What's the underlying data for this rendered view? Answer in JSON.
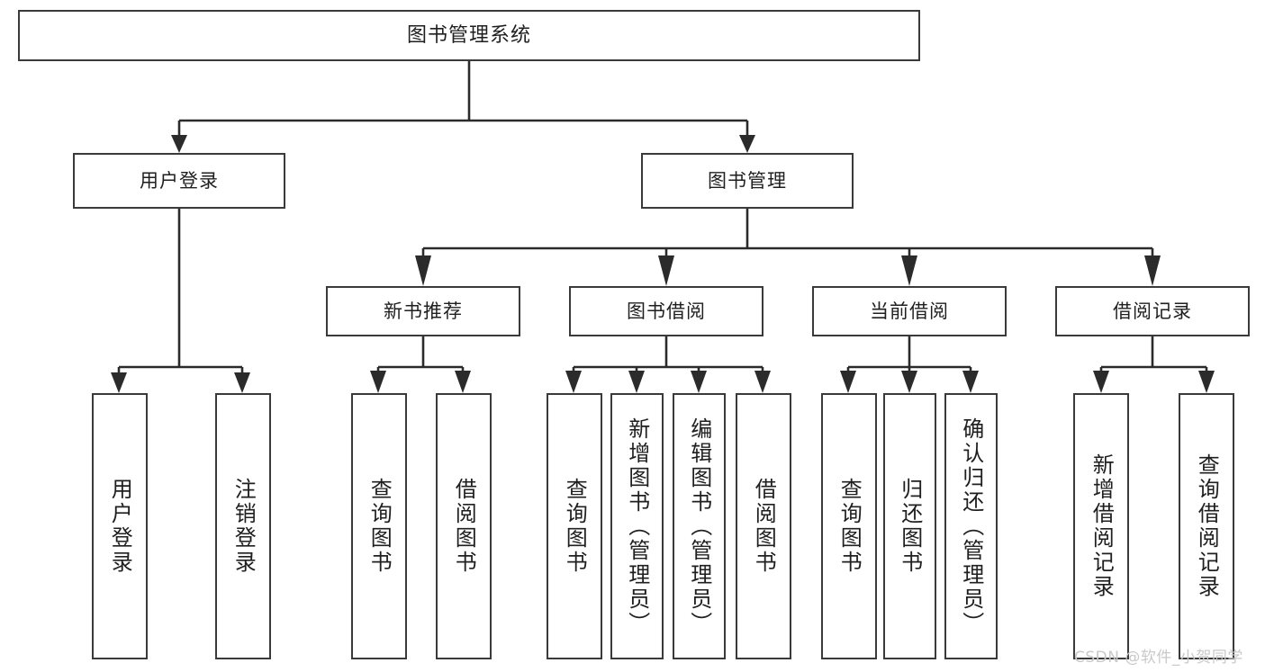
{
  "diagram": {
    "title": "图书管理系统",
    "type": "tree-structure-chart",
    "watermark": "CSDN @软件_小贺同学",
    "colors": {
      "box_border": "#3a3a3a",
      "box_fill": "#ffffff",
      "connector": "#2b2b2b",
      "text": "#1f1f1f",
      "watermark": "#c9c9c9",
      "background": "#ffffff"
    },
    "root": {
      "label": "图书管理系统"
    },
    "level2": [
      {
        "label": "用户登录"
      },
      {
        "label": "图书管理"
      }
    ],
    "level3": [
      {
        "label": "新书推荐"
      },
      {
        "label": "图书借阅"
      },
      {
        "label": "当前借阅"
      },
      {
        "label": "借阅记录"
      }
    ],
    "leaves": {
      "user_login": [
        {
          "label": "用户登录"
        },
        {
          "label": "注销登录"
        }
      ],
      "new_book_recommend": [
        {
          "label": "查询图书"
        },
        {
          "label": "借阅图书"
        }
      ],
      "book_borrow": [
        {
          "label": "查询图书"
        },
        {
          "label": "新增图书（管理员）"
        },
        {
          "label": "编辑图书（管理员）"
        },
        {
          "label": "借阅图书"
        }
      ],
      "current_borrow": [
        {
          "label": "查询图书"
        },
        {
          "label": "归还图书"
        },
        {
          "label": "确认归还（管理员）"
        }
      ],
      "borrow_record": [
        {
          "label": "新增借阅记录"
        },
        {
          "label": "查询借阅记录"
        }
      ]
    }
  }
}
